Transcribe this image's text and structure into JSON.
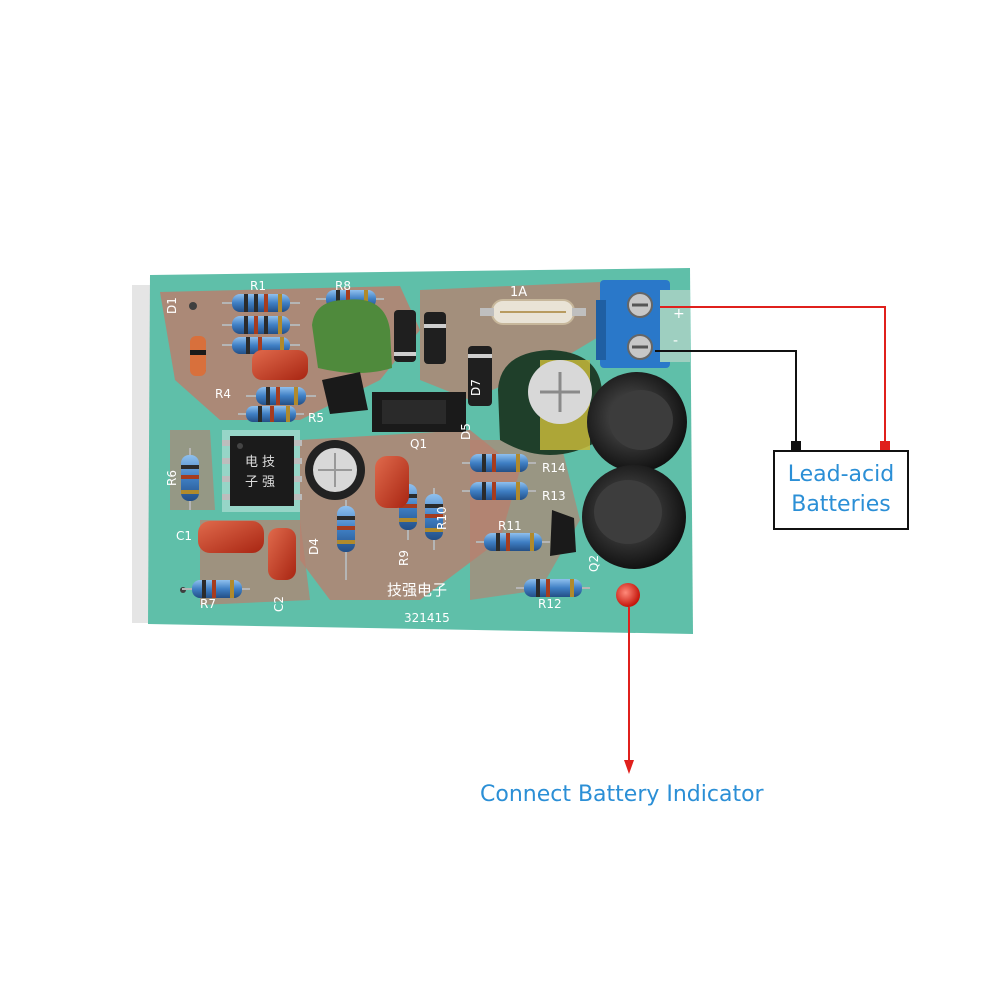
{
  "callouts": {
    "batteries_line1": "Lead-acid",
    "batteries_line2": "Batteries",
    "indicator": "Connect Battery Indicator"
  },
  "silkscreen": {
    "brand_cn": "技强电子",
    "serial": "321415",
    "fuse": "1A",
    "ic_text_1": "技",
    "ic_text_2": "强",
    "ic_text_3": "电",
    "ic_text_4": "子",
    "labels": [
      "R1",
      "R8",
      "R4",
      "R5",
      "R6",
      "C1",
      "R7",
      "C2",
      "D1",
      "D4",
      "R9",
      "R10",
      "Q1",
      "D5",
      "R14",
      "R13",
      "R11",
      "R12",
      "Q2",
      "D7"
    ]
  },
  "colors": {
    "pcb_green": "#5fbfa9",
    "pcb_copper": "#b97f6e",
    "callout_text": "#2b8fd6",
    "wire_red": "#e0201c",
    "wire_black": "#111111",
    "terminal_blue": "#2a78c9",
    "resistor_blue": "#4a86c8",
    "capacitor_red": "#c93a22"
  }
}
